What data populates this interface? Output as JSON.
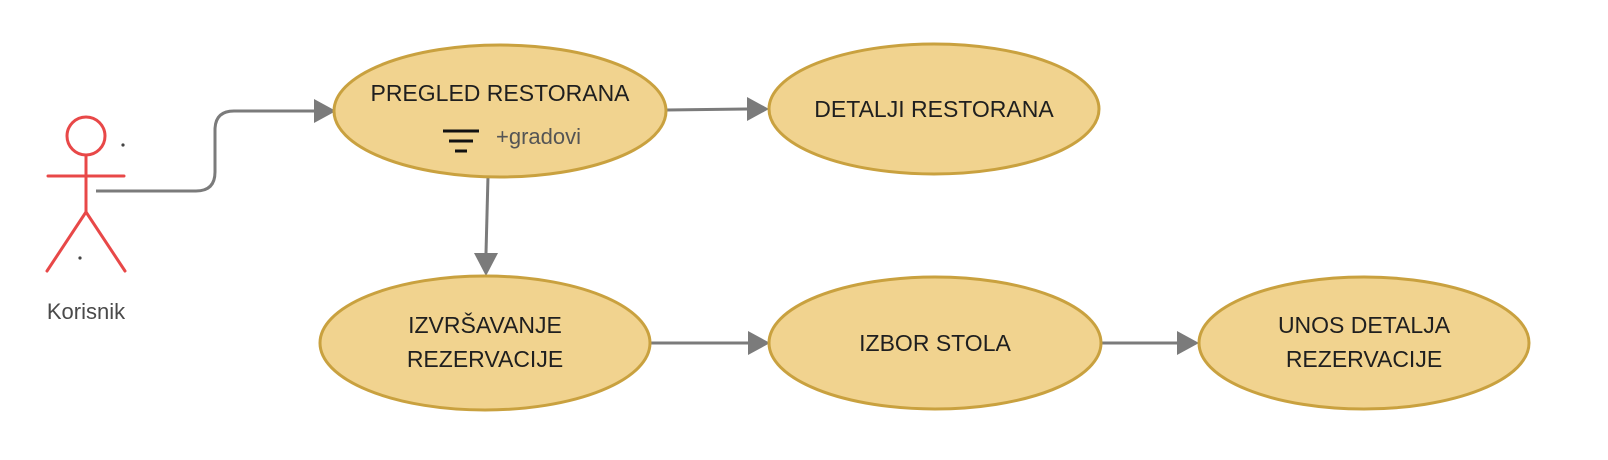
{
  "actor": {
    "name": "Korisnik",
    "color": "#e84848",
    "icon": "stick-figure-icon"
  },
  "nodes": {
    "pregled": {
      "label": "PREGLED RESTORANA",
      "filter_icon": "filter-icon",
      "filter_label": "+gradovi"
    },
    "detalji": {
      "label": "DETALJI RESTORANA"
    },
    "izvrsavanje": {
      "line1": "IZVRŠAVANJE",
      "line2": "REZERVACIJE"
    },
    "izbor": {
      "label": "IZBOR STOLA"
    },
    "unos": {
      "line1": "UNOS DETALJA",
      "line2": "REZERVACIJE"
    }
  },
  "colors": {
    "node_fill": "#f1d38f",
    "node_stroke": "#c9a13f",
    "connector": "#7b7b7b"
  }
}
